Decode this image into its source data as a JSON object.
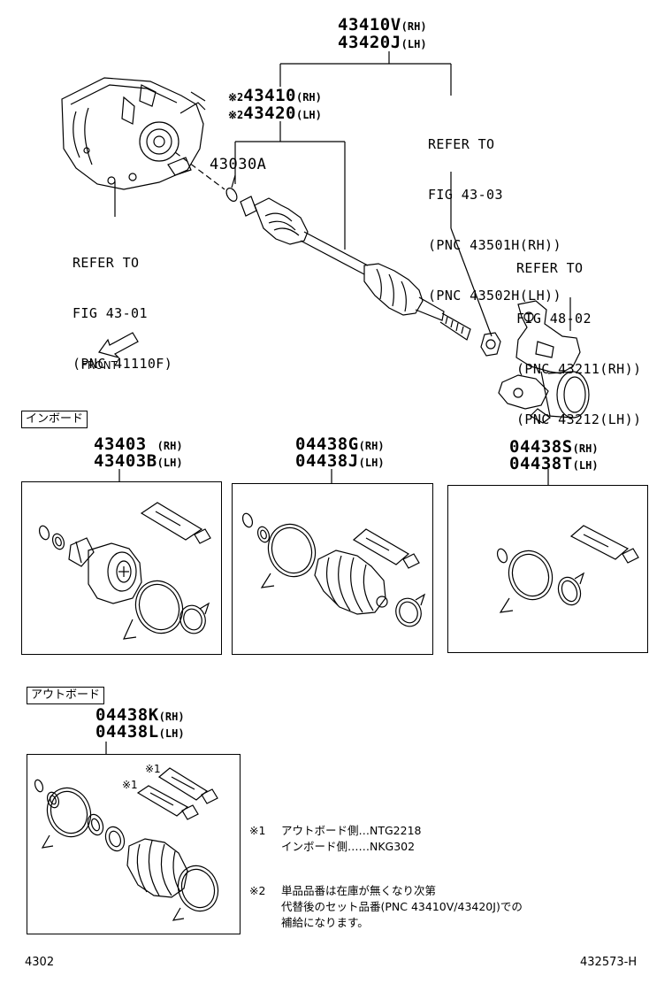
{
  "assembly": {
    "rh": "43410V",
    "rh_side": "(RH)",
    "lh": "43420J",
    "lh_side": "(LH)"
  },
  "shaft": {
    "mark": "※2",
    "rh": "43410",
    "rh_side": "(RH)",
    "lh": "43420",
    "lh_side": "(LH)"
  },
  "snap_ring": "43030A",
  "refer_43_03": [
    "REFER TO",
    "FIG 43-03",
    "(PNC 43501H(RH))",
    "(PNC 43502H(LH))"
  ],
  "refer_43_01": [
    "REFER TO",
    "FIG 43-01",
    "(PNC 41110F)"
  ],
  "refer_48_02": [
    "REFER TO",
    "FIG 48-02",
    "(PNC 43211(RH))",
    "(PNC 43212(LH))"
  ],
  "front_label": "FRONT",
  "inboard": {
    "tag": "インボード",
    "joint": {
      "rh": "43403",
      "rh_side": "(RH)",
      "lh": "43403B",
      "lh_side": "(LH)"
    },
    "boot_kit": {
      "rh": "04438G",
      "rh_side": "(RH)",
      "lh": "04438J",
      "lh_side": "(LH)"
    },
    "clamp_kit": {
      "rh": "04438S",
      "rh_side": "(RH)",
      "lh": "04438T",
      "lh_side": "(LH)"
    }
  },
  "outboard": {
    "tag": "アウトボード",
    "boot_kit": {
      "rh": "04438K",
      "rh_side": "(RH)",
      "lh": "04438L",
      "lh_side": "(LH)"
    },
    "grease_mark_a": "※1",
    "grease_mark_b": "※1"
  },
  "notes": {
    "n1_mark": "※1",
    "n1_line1": "アウトボード側…NTG2218",
    "n1_line2": "インボード側……NKG302",
    "n2_mark": "※2",
    "n2_line1": "単品品番は在庫が無くなり次第",
    "n2_line2": "代替後のセット品番(PNC 43410V/43420J)での",
    "n2_line3": "補給になります。"
  },
  "footer": {
    "left": "4302",
    "right": "432573-H"
  },
  "icons": [
    "front-arrow-icon"
  ]
}
